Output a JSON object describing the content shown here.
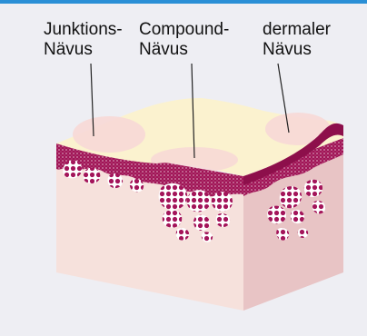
{
  "labels": {
    "junktions": {
      "line1": "Junktions-",
      "line2": "Nävus"
    },
    "compound": {
      "line1": "Compound-",
      "line2": "Nävus"
    },
    "dermal": {
      "line1": "dermaler",
      "line2": "Nävus"
    }
  },
  "colors": {
    "frame_background": "#eeeef3",
    "top_border": "#2a8fd6",
    "skin_surface": "#fbf2cf",
    "skin_side_front": "#f6e1dc",
    "skin_side_right": "#e8c4c5",
    "epidermis": "#a01456",
    "nevus_cell_nests": "#b01a5e",
    "nevus_highlight": "#f7d8d6"
  }
}
